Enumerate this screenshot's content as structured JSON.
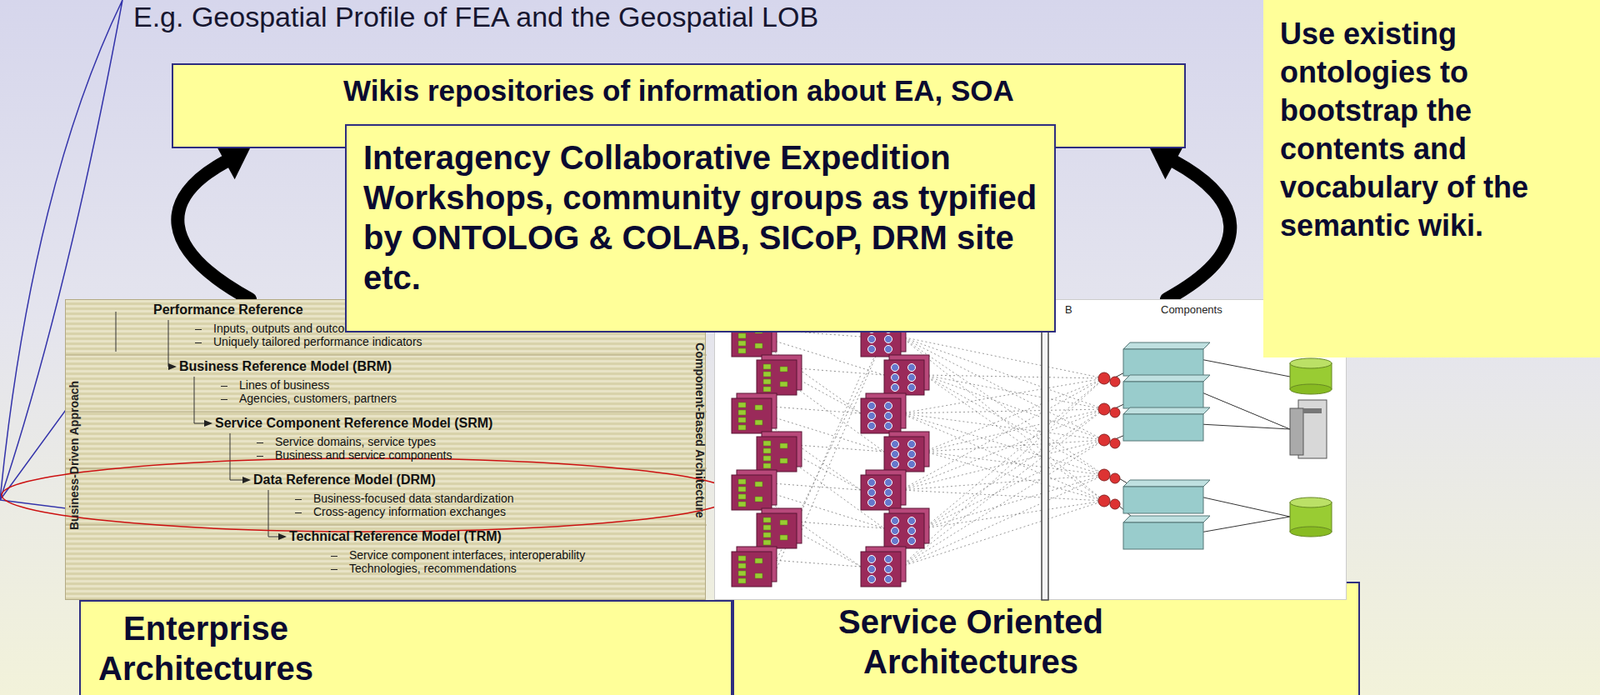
{
  "diagram": {
    "title": "E.g. Geospatial Profile of FEA and the Geospatial LOB",
    "nodes": [
      {
        "text": [
          "Wikis repositories of information about EA, SOA"
        ]
      },
      {
        "text": [
          "Interagency Collaborative Expedition Workshops, community groups as typified by ONTOLOG & COLAB, SICoP, DRM site etc."
        ]
      },
      {
        "text": [
          "Use existing ontologies to bootstrap the contents and vocabulary of the semantic wiki."
        ]
      },
      {
        "text": [
          "Business-Driven Approach",
          "Component-Based Architecture"
        ]
      },
      {
        "text": [
          "Performance Reference",
          "Inputs, outputs and outcomes",
          "Uniquely tailored performance indicators"
        ],
        "in": 3
      },
      {
        "text": [
          "Business Reference Model (BRM)",
          "Lines of business",
          "Agencies, customers, partners"
        ],
        "in": 3
      },
      {
        "text": [
          "Service Component Reference Model (SRM)",
          "Service domains, service types",
          "Business and service components"
        ],
        "in": 3
      },
      {
        "text": [
          "Data Reference Model (DRM)",
          "Business-focused data standardization",
          "Cross-agency information exchanges"
        ],
        "in": 3
      },
      {
        "text": [
          "Technical Reference Model (TRM)",
          "Service component interfaces, interoperability",
          "Technologies, recommendations"
        ],
        "in": 3
      },
      {
        "text": [
          "B",
          "Components"
        ]
      },
      {
        "text": [
          "Enterprise Architectures"
        ]
      },
      {
        "text": [
          "Service Oriented Architectures"
        ]
      }
    ],
    "edges": [
      {
        "from": 3,
        "to": 0,
        "arrow": "to"
      },
      {
        "from": 9,
        "to": 0,
        "arrow": "to"
      }
    ]
  }
}
